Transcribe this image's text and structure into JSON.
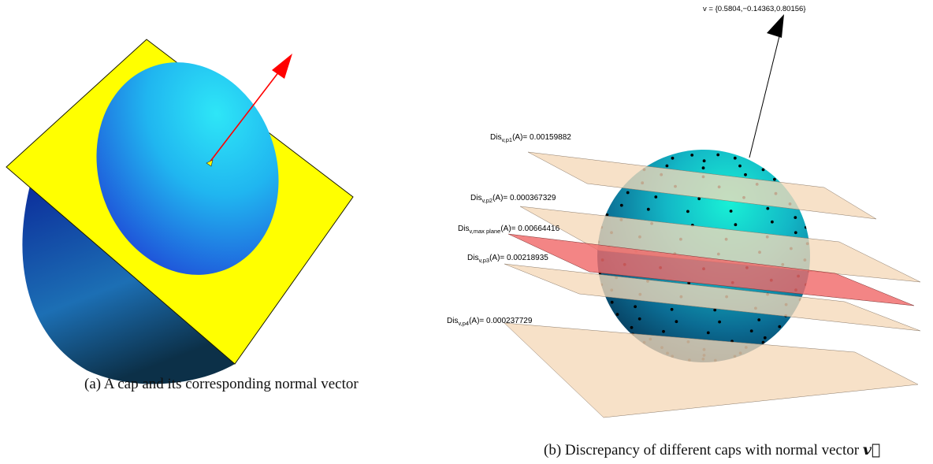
{
  "figure_a": {
    "caption_label": "(a)",
    "caption_text": "A cap and its corresponding normal vector",
    "colors": {
      "plane": "#ffff00",
      "arrow": "#ff0000",
      "sphere_dark": "#001a66",
      "cap_light": "#27c9f5"
    }
  },
  "figure_b": {
    "caption_label": "(b)",
    "caption_text": "Discrepancy of different caps with normal vector",
    "caption_symbol": "v⃗",
    "vector_label": "v = {0.5804,−0.14363,0.80156}",
    "planes": [
      {
        "prefix": "Dis",
        "sub": "v,p1",
        "suffix": "(A)= 0.00159882"
      },
      {
        "prefix": "Dis",
        "sub": "v,p2",
        "suffix": "(A)= 0.000367329"
      },
      {
        "prefix": "Dis",
        "sub": "v,max plane",
        "suffix": "(A)= 0.00664416"
      },
      {
        "prefix": "Dis",
        "sub": "v,p3",
        "suffix": "(A)= 0.00218935"
      },
      {
        "prefix": "Dis",
        "sub": "v,p4",
        "suffix": "(A)= 0.000237729"
      }
    ],
    "colors": {
      "plane": "#f5d9b8",
      "max_plane": "#f06a6a",
      "sphere_top": "#00e0d0",
      "sphere_bottom": "#003a5c",
      "dots": "#000000"
    }
  }
}
